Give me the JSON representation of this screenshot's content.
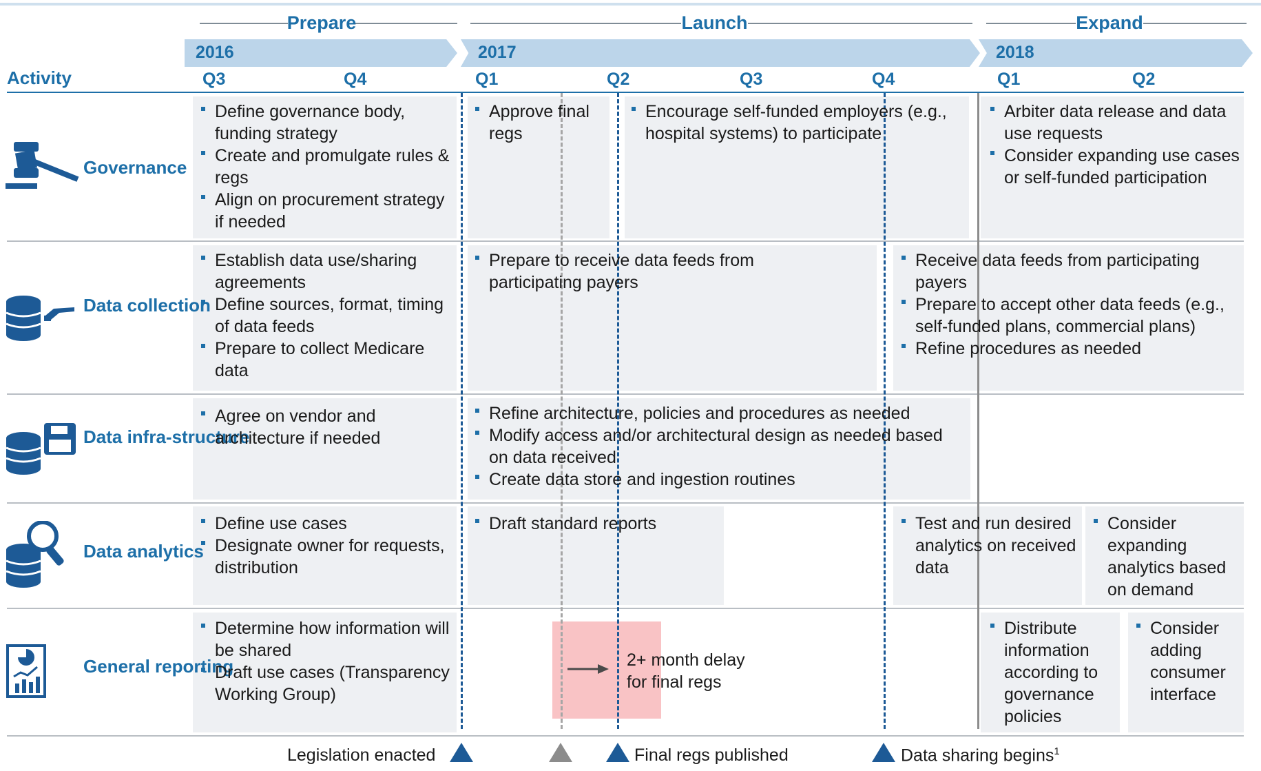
{
  "phases": [
    {
      "label": "Prepare"
    },
    {
      "label": "Launch"
    },
    {
      "label": "Expand"
    }
  ],
  "years": [
    "2016",
    "2017",
    "2018"
  ],
  "header": {
    "activity": "Activity",
    "quarters": [
      "Q3",
      "Q4",
      "Q1",
      "Q2",
      "Q3",
      "Q4",
      "Q1",
      "Q2"
    ]
  },
  "rows": [
    {
      "label": "Governance",
      "icon": "gavel-icon",
      "cells": [
        {
          "bullets": [
            "Define governance body, funding strategy",
            "Create and promulgate rules & regs",
            "Align on procurement strategy if needed"
          ]
        },
        {
          "bullets": [
            "Approve final regs"
          ]
        },
        {
          "bullets": [
            "Encourage self-funded employers (e.g., hospital systems) to participate"
          ]
        },
        {
          "bullets": [
            "Arbiter data release and data use requests",
            "Consider expanding use cases or self-funded participation"
          ]
        }
      ]
    },
    {
      "label": "Data collection",
      "icon": "database-hand-icon",
      "cells": [
        {
          "bullets": [
            "Establish data use/sharing agreements",
            "Define sources, format, timing of data feeds",
            "Prepare to collect Medicare data"
          ]
        },
        {
          "bullets": [
            "Prepare to receive data feeds from participating payers"
          ]
        },
        {
          "bullets": [
            "Receive data feeds from participating payers",
            "Prepare to accept other data feeds (e.g., self-funded plans, commercial plans)",
            "Refine procedures as needed"
          ]
        }
      ]
    },
    {
      "label": "Data infra-structure",
      "icon": "database-floppy-icon",
      "cells": [
        {
          "bullets": [
            "Agree on vendor and architecture if needed"
          ]
        },
        {
          "bullets": [
            "Refine architecture, policies and procedures as needed",
            "Modify access and/or architectural design as needed based on data received",
            "Create data store and ingestion routines"
          ]
        }
      ]
    },
    {
      "label": "Data analytics",
      "icon": "database-magnifier-icon",
      "cells": [
        {
          "bullets": [
            "Define use cases",
            "Designate owner for requests, distribution"
          ]
        },
        {
          "bullets": [
            "Draft standard reports"
          ]
        },
        {
          "bullets": [
            "Test and run desired analytics on received data"
          ]
        },
        {
          "bullets": [
            "Consider expanding analytics based on demand"
          ]
        }
      ]
    },
    {
      "label": "General reporting",
      "icon": "report-chart-icon",
      "cells": [
        {
          "bullets": [
            "Determine how information will be shared",
            "Draft use cases (Transparency Working Group)"
          ]
        },
        {
          "bullets": [
            "Distribute information according to governance policies"
          ]
        },
        {
          "bullets": [
            "Consider adding consumer interface"
          ]
        }
      ]
    }
  ],
  "delay_note": "2+ month delay for final regs",
  "legend": [
    {
      "label": "Legislation enacted",
      "color": "#1d5a96"
    },
    {
      "label": "",
      "color": "#8c8c8c"
    },
    {
      "label": "Final regs published",
      "color": "#1d5a96"
    },
    {
      "label": "Data sharing begins",
      "sup": "1",
      "color": "#1d5a96"
    }
  ],
  "colors": {
    "accent": "#1d6fa8",
    "cell_bg": "#eef0f3",
    "year_bar": "#bcd5ea",
    "delay": "#f9c3c5"
  }
}
